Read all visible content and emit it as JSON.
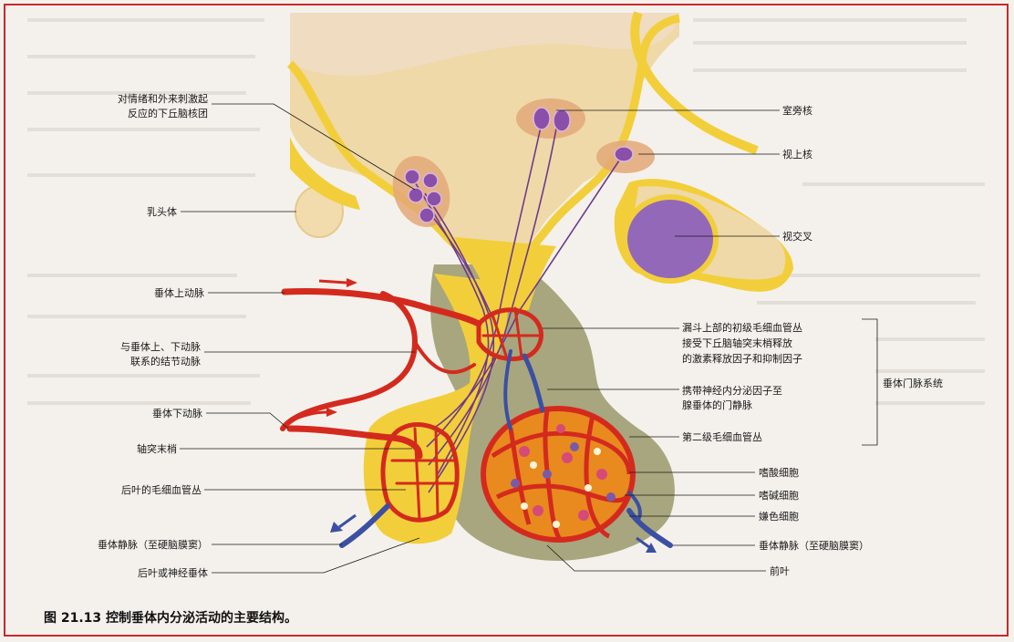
{
  "labels": {
    "hypothalamic_nuclei_1": "对情绪和外来刺激起",
    "hypothalamic_nuclei_2": "反应的下丘脑核团",
    "mammillary_body": "乳头体",
    "superior_hypophyseal_artery": "垂体上动脉",
    "trabecular_artery_1": "与垂体上、下动脉",
    "trabecular_artery_2": "联系的结节动脉",
    "inferior_hypophyseal_artery": "垂体下动脉",
    "axon_terminals": "轴突末梢",
    "posterior_capillary_plexus": "后叶的毛细血管丛",
    "hypophyseal_vein_left": "垂体静脉（至硬脑膜窦）",
    "posterior_lobe": "后叶或神经垂体",
    "paraventricular_nucleus": "室旁核",
    "supraoptic_nucleus": "视上核",
    "optic_chiasm": "视交叉",
    "primary_plexus_1": "漏斗上部的初级毛细血管丛",
    "primary_plexus_2": "接受下丘脑轴突末梢释放",
    "primary_plexus_3": "的激素释放因子和抑制因子",
    "portal_system": "垂体门脉系统",
    "portal_veins_1": "携带神经内分泌因子至",
    "portal_veins_2": "腺垂体的门静脉",
    "secondary_plexus": "第二级毛细血管丛",
    "acidophil": "嗜酸细胞",
    "basophil": "嗜碱细胞",
    "chromophobe": "嫌色细胞",
    "hypophyseal_vein_right": "垂体静脉（至硬脑膜窦）",
    "anterior_lobe": "前叶"
  },
  "caption": "图 21.13    控制垂体内分泌活动的主要结构。",
  "colors": {
    "frame": "#c8282a",
    "artery": "#d42a1e",
    "vein": "#3b4fa3",
    "nerve_tissue": "#f2cf3a",
    "brain": "#efd9a8",
    "nucleus": "#8a4fa8",
    "anterior_lobe": "#a8a67e",
    "optic_chiasm": "#9468b8"
  }
}
